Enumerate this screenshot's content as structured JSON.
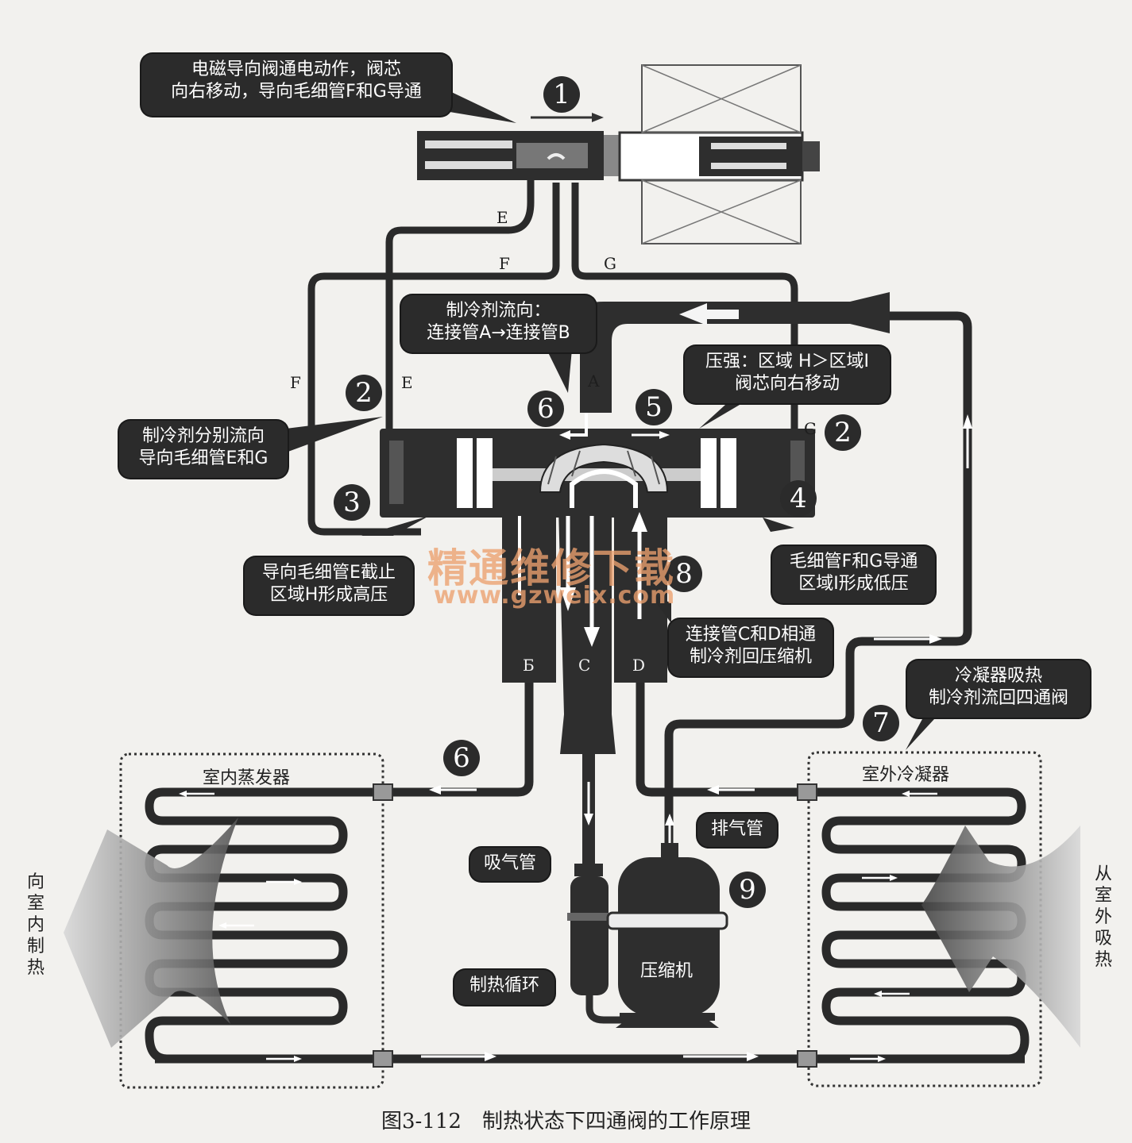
{
  "callouts": {
    "solenoid": [
      "电磁导向阀通电动作，阀芯",
      "向右移动，导向毛细管F和G导通"
    ],
    "flow_ab": [
      "制冷剂流向：",
      "连接管A→连接管B"
    ],
    "pressure": [
      "压强：区域 H＞区域I",
      "阀芯向右移动"
    ],
    "split": [
      "制冷剂分别流向",
      "导向毛细管E和G"
    ],
    "e_cutoff": [
      "导向毛细管E截止",
      "区域H形成高压"
    ],
    "fg_open": [
      "毛细管F和G导通",
      "区域I形成低压"
    ],
    "cd_connect": [
      "连接管C和D相通",
      "制冷剂回压缩机"
    ],
    "condenser_absorb": [
      "冷凝器吸热",
      "制冷剂流回四通阀"
    ],
    "exhaust": "排气管",
    "suction": "吸气管",
    "cycle": "制热循环"
  },
  "numbers": {
    "n1": "1",
    "n2_left": "2",
    "n2_right": "2",
    "n3": "3",
    "n4": "4",
    "n5": "5",
    "n6_top": "6",
    "n6_bottom": "6",
    "n7": "7",
    "n8": "8",
    "n9": "9"
  },
  "pipe_labels": {
    "E_top": "E",
    "F_top": "F",
    "G_top": "G",
    "F_left": "F",
    "E_left": "E",
    "G_right": "G",
    "A": "A",
    "B": "Б",
    "C": "C",
    "D": "D"
  },
  "units": {
    "indoor": "室内蒸发器",
    "outdoor": "室外冷凝器",
    "compressor": "压缩机"
  },
  "side_text": {
    "left": "向室内制热",
    "right": "从室外吸热"
  },
  "watermark": {
    "cn": "精通维修下载",
    "url": "www.gzweix.com"
  },
  "caption": "图3-112　制热状态下四通阀的工作原理"
}
